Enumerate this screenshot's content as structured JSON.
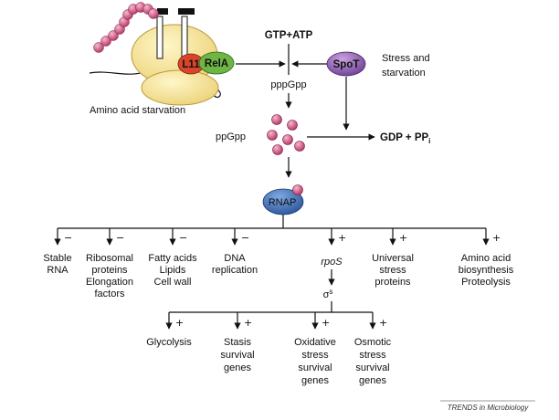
{
  "labels": {
    "amino_acid_starvation": "Amino acid starvation",
    "gtp_atp": "GTP+ATP",
    "stress_and": "Stress and",
    "starvation": "starvation",
    "pppgpp": "pppGpp",
    "ppgpp": "ppGpp",
    "gdp": "GDP + PP",
    "gdp_sub": "i",
    "l11": "L11",
    "rela": "RelA",
    "spot": "SpoT",
    "rnap": "RNAP",
    "rpos": "rpoS",
    "sigma": "σ",
    "sigma_sup": "s",
    "credit": "TRENDS in Microbiology"
  },
  "targets": [
    {
      "lines": [
        "Stable",
        "RNA"
      ],
      "sign": "−"
    },
    {
      "lines": [
        "Ribosomal",
        "proteins",
        "Elongation",
        "factors"
      ],
      "sign": "−"
    },
    {
      "lines": [
        "Fatty acids",
        "Lipids",
        "Cell wall"
      ],
      "sign": "−"
    },
    {
      "lines": [
        "DNA",
        "replication"
      ],
      "sign": "−"
    },
    {
      "lines": [
        "Universal",
        "stress",
        "proteins"
      ],
      "sign": "+"
    },
    {
      "lines": [
        "Amino acid",
        "biosynthesis",
        "Proteolysis"
      ],
      "sign": "+"
    }
  ],
  "rpos_sign": "+",
  "sigma_targets": [
    {
      "lines": [
        "Glycolysis"
      ],
      "sign": "+"
    },
    {
      "lines": [
        "Stasis",
        "survival",
        "genes"
      ],
      "sign": "+"
    },
    {
      "lines": [
        "Oxidative",
        "stress",
        "survival",
        "genes"
      ],
      "sign": "+"
    },
    {
      "lines": [
        "Osmotic",
        "stress",
        "survival",
        "genes"
      ],
      "sign": "+"
    }
  ],
  "colors": {
    "ribosome": "#f6e49a",
    "ribosome_stroke": "#b89a3a",
    "l11": "#d9452b",
    "rela": "#6fb544",
    "spot": "#8f5fb0",
    "rnap": "#3d6fb3",
    "ppgpp": "#d85a8a",
    "mrna_beads": "#d85a8a"
  }
}
